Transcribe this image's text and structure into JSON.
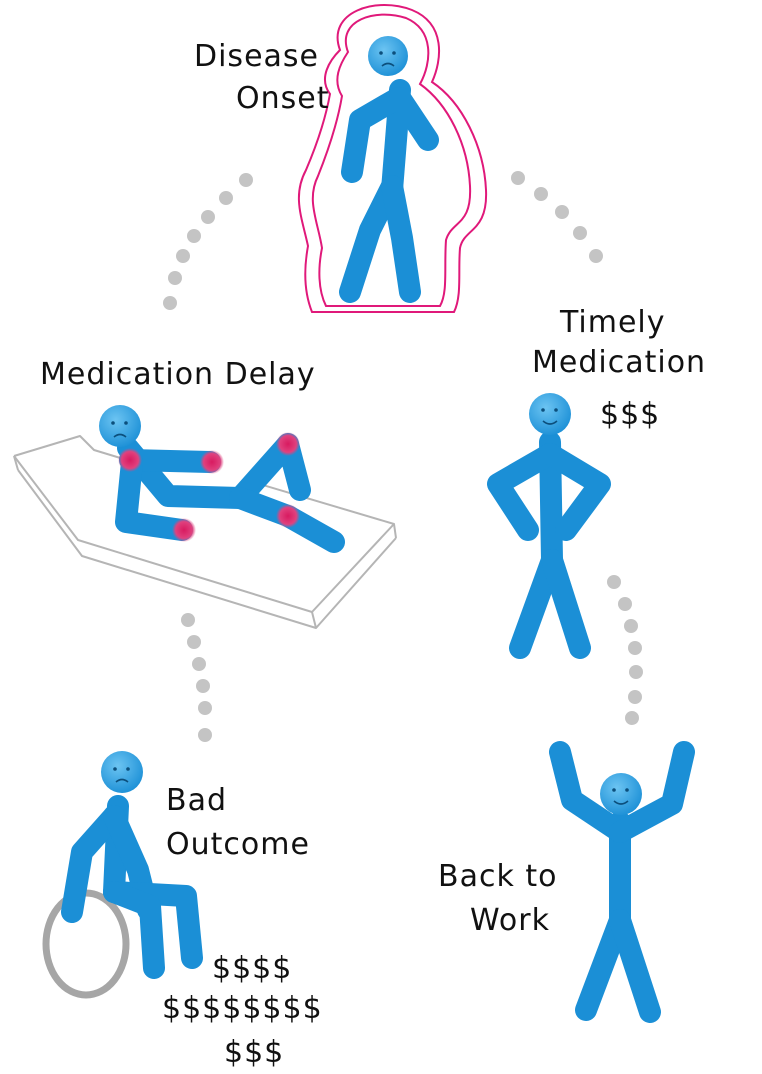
{
  "labels": {
    "disease_line1": "Disease",
    "disease_line2": "Onset",
    "med_delay": "Medication Delay",
    "timely_line1": "Timely",
    "timely_line2": "Medication",
    "timely_cost": "$$$",
    "bad_line1": "Bad",
    "bad_line2": "Outcome",
    "bad_cost1": "$$$$",
    "bad_cost2": "$$$$$$$$",
    "bad_cost3": "$$$",
    "back_line1": "Back to",
    "back_line2": "Work"
  },
  "colors": {
    "figure": "#1b8fd6",
    "figure_light": "#4fb4ec",
    "aura": "#e0197a",
    "joint": "#d81b60",
    "dots": "#c4c4c4",
    "bed": "#b5b5b5",
    "wheel": "#a6a6a6",
    "text": "#111111"
  }
}
